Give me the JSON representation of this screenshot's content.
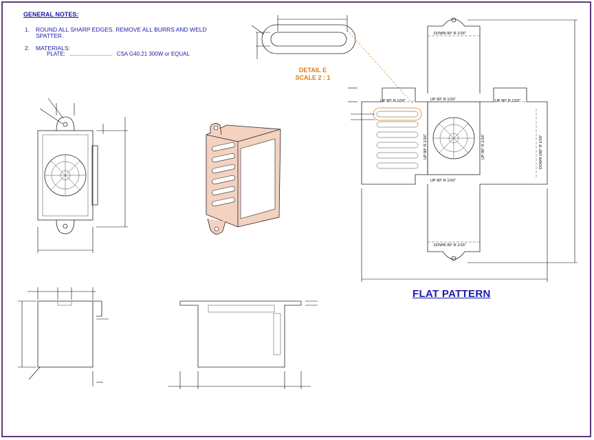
{
  "general_notes": {
    "title": "GENERAL NOTES:",
    "note1_num": "1.",
    "note1_line1": "ROUND ALL SHARP EDGES. REMOVE ALL BURRS AND WELD",
    "note1_line2": "SPATTER.",
    "note2_num": "2.",
    "note2_title": "MATERIALS:",
    "plate_label": "PLATE:",
    "plate_dots": "............................",
    "plate_spec": "CSA G40.21 300W or EQUAL"
  },
  "detail": {
    "line1": "DETAIL E",
    "line2": "SCALE 2 : 1"
  },
  "flat_pattern": {
    "title": "FLAT PATTERN",
    "bend_down_top": "DOWN  90°  R 1/16\"",
    "bend_up_left_tab": "UP  90°  R 1/16\"",
    "bend_up_top_center": "UP  90°  R 1/16\"",
    "bend_up_right_tab": "UP  90°  R 1/16\"",
    "bend_up_left_vert": "UP  90°  R 1/16\"",
    "bend_up_right_vert": "UP  90°  R 1/16\"",
    "bend_up_bottom_center": "UP  90°  R 1/16\"",
    "bend_down_right": "DOWN  180°  R 1/16\"",
    "bend_down_bottom": "DOWN  90°  R 1/16\""
  },
  "colors": {
    "notes_text": "#1a1aa8",
    "detail_text": "#e07a10",
    "frame": "#5a3a78",
    "part_fill": "#f3d2c0"
  }
}
